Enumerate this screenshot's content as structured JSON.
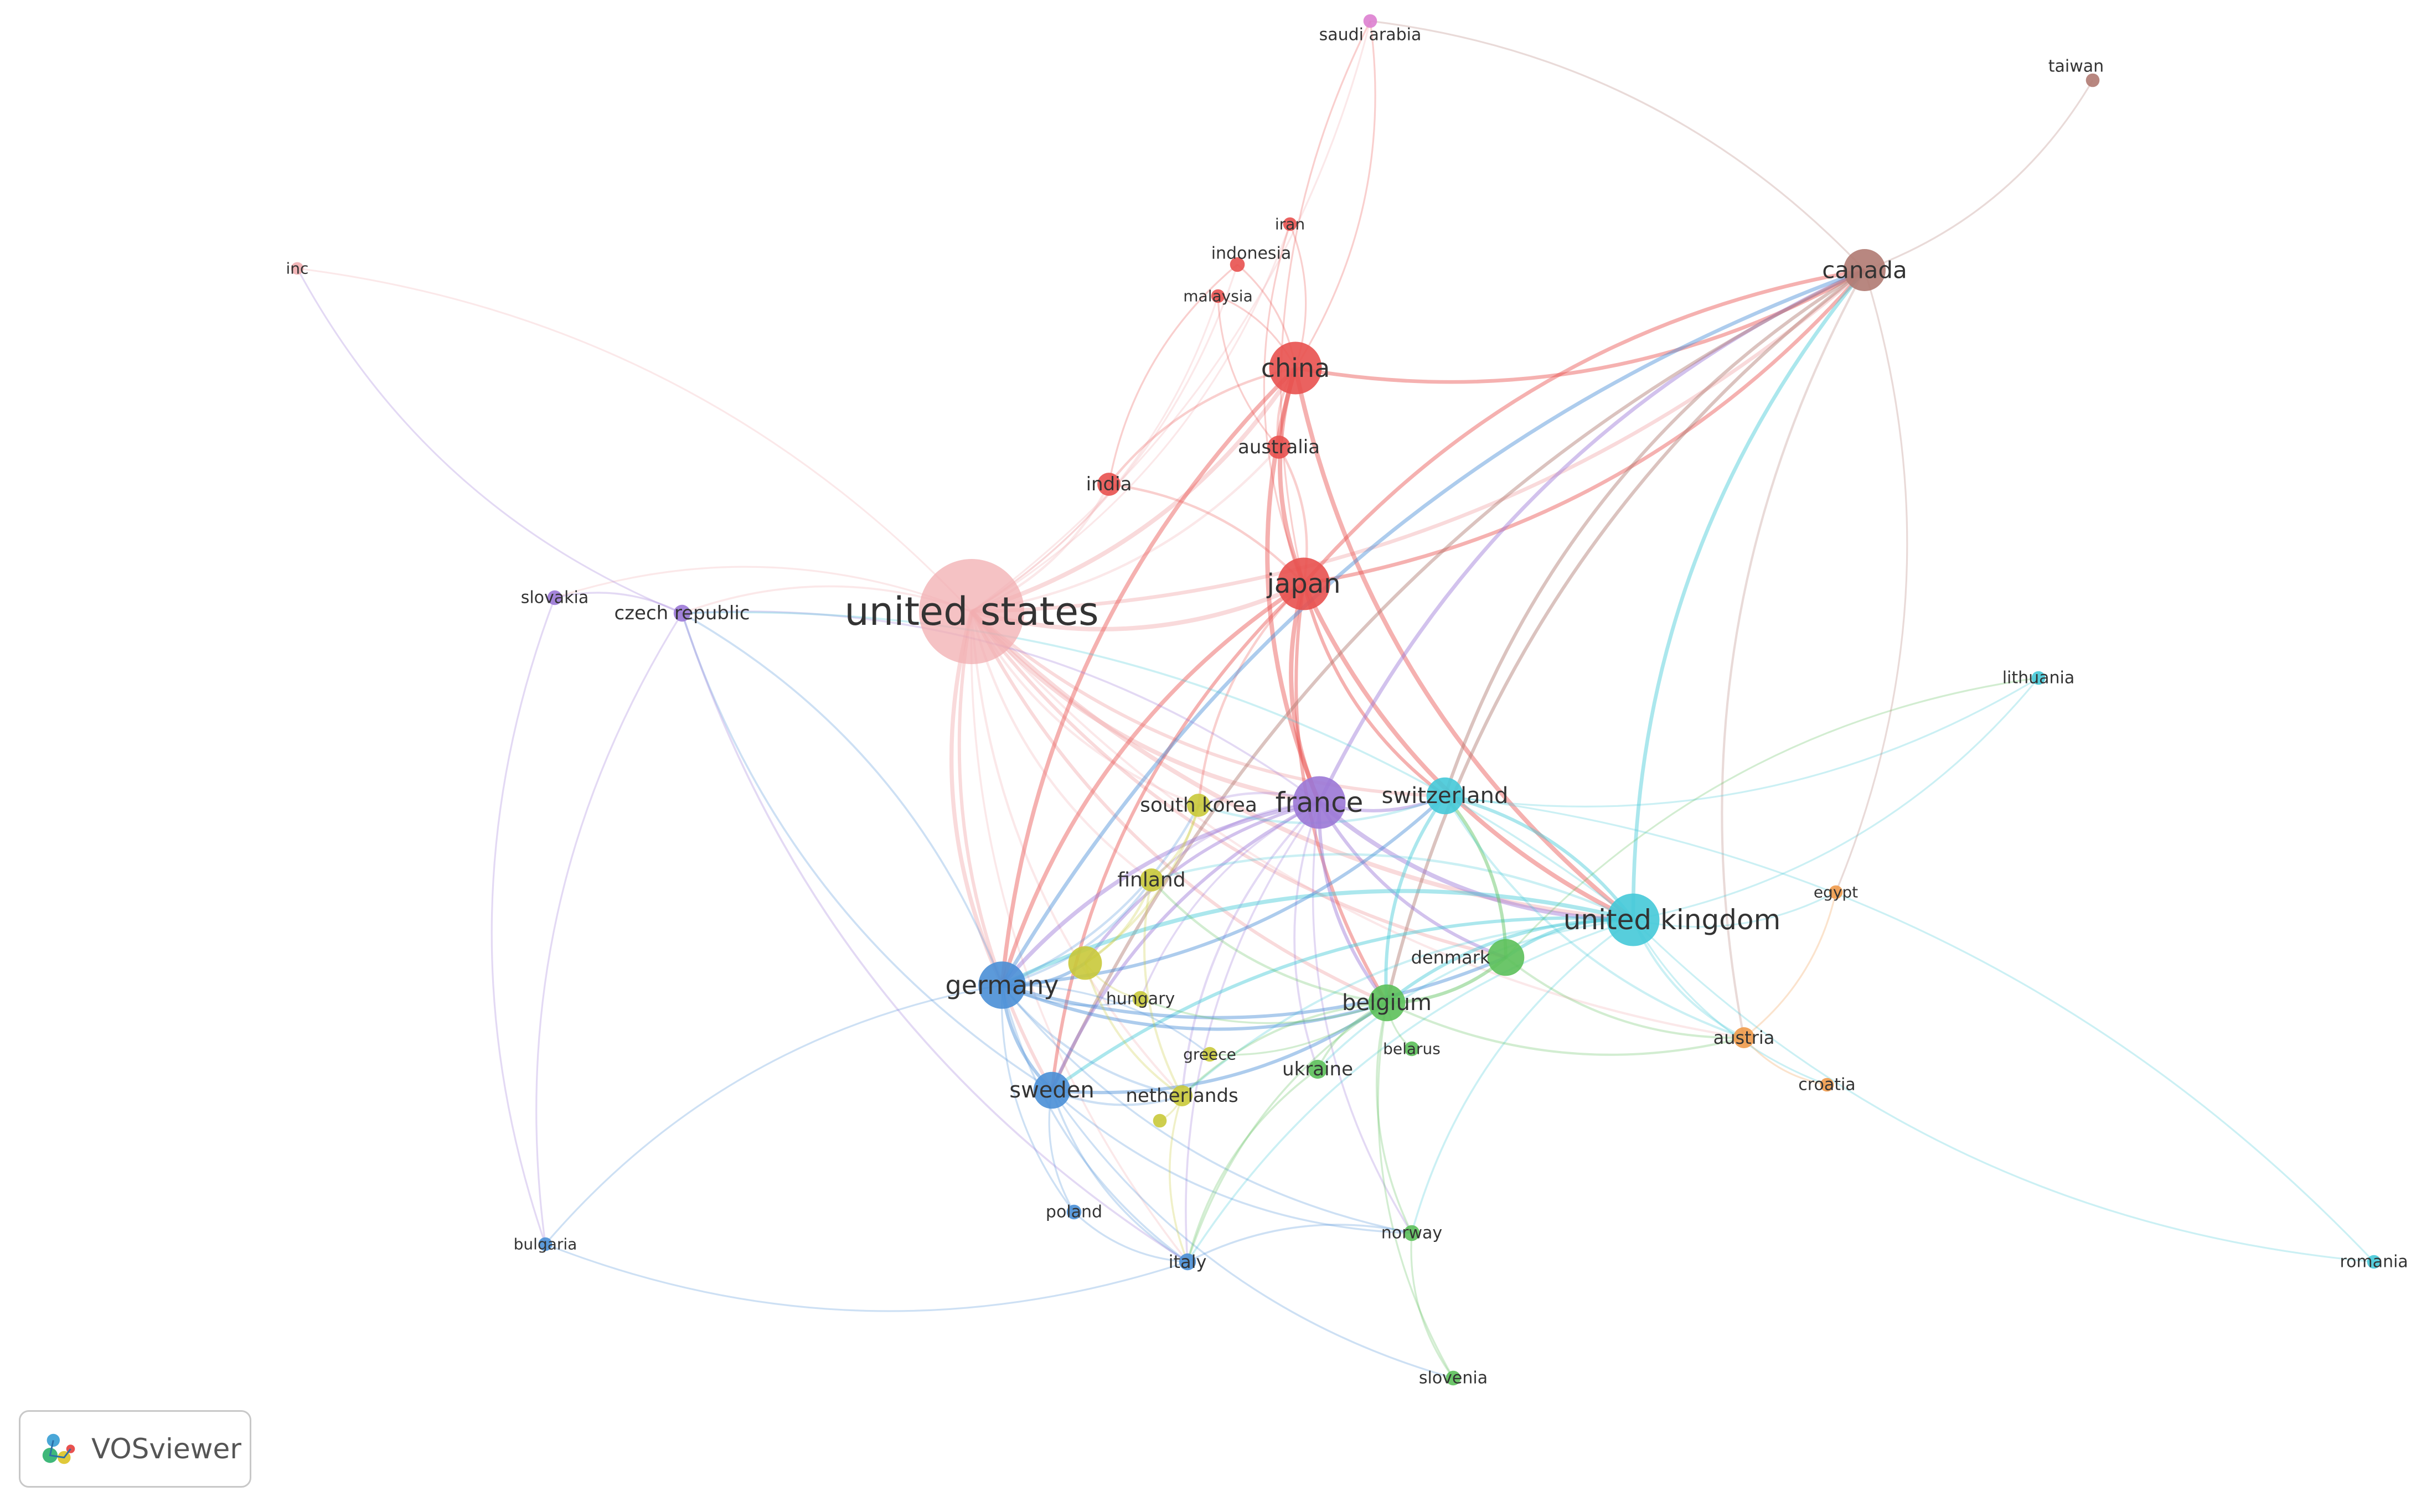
{
  "brand": {
    "name": "VOSviewer"
  },
  "network": {
    "type": "country co-authorship network",
    "cluster_colors": {
      "red": "#e8514f",
      "pink": "#f1aeb0",
      "blue": "#4a8fd6",
      "green": "#5cc05a",
      "yellow": "#c9c93a",
      "purple": "#9b78d6",
      "cyan": "#45c9d8",
      "orange": "#f09a4a",
      "brown": "#b07a72",
      "magenta": "#dd7fd0"
    },
    "nodes": [
      {
        "id": "united-states",
        "label": "united states",
        "cluster": "pink",
        "weight": 10
      },
      {
        "id": "france",
        "label": "france",
        "cluster": "purple",
        "weight": 5
      },
      {
        "id": "united-kingdom",
        "label": "united kingdom",
        "cluster": "cyan",
        "weight": 5
      },
      {
        "id": "japan",
        "label": "japan",
        "cluster": "red",
        "weight": 5
      },
      {
        "id": "china",
        "label": "china",
        "cluster": "red",
        "weight": 5
      },
      {
        "id": "germany",
        "label": "germany",
        "cluster": "blue",
        "weight": 4.5
      },
      {
        "id": "canada",
        "label": "canada",
        "cluster": "brown",
        "weight": 4
      },
      {
        "id": "belgium",
        "label": "belgium",
        "cluster": "green",
        "weight": 3.5
      },
      {
        "id": "switzerland",
        "label": "switzerland",
        "cluster": "cyan",
        "weight": 3.5
      },
      {
        "id": "sweden",
        "label": "sweden",
        "cluster": "blue",
        "weight": 3.5
      },
      {
        "id": "denmark",
        "label": "denmark",
        "cluster": "green",
        "weight": 3.5
      },
      {
        "id": "unlabeled-yellow",
        "label": "",
        "cluster": "yellow",
        "weight": 3.2
      },
      {
        "id": "south-korea",
        "label": "south korea",
        "cluster": "yellow",
        "weight": 2.2
      },
      {
        "id": "finland",
        "label": "finland",
        "cluster": "yellow",
        "weight": 2.2
      },
      {
        "id": "india",
        "label": "india",
        "cluster": "red",
        "weight": 2.2
      },
      {
        "id": "australia",
        "label": "australia",
        "cluster": "red",
        "weight": 2.2
      },
      {
        "id": "netherlands",
        "label": "netherlands",
        "cluster": "yellow",
        "weight": 2
      },
      {
        "id": "austria",
        "label": "austria",
        "cluster": "orange",
        "weight": 2
      },
      {
        "id": "ukraine",
        "label": "ukraine",
        "cluster": "green",
        "weight": 1.8
      },
      {
        "id": "hungary",
        "label": "hungary",
        "cluster": "yellow",
        "weight": 1.5
      },
      {
        "id": "greece",
        "label": "greece",
        "cluster": "yellow",
        "weight": 1.4
      },
      {
        "id": "belarus",
        "label": "belarus",
        "cluster": "green",
        "weight": 1.4
      },
      {
        "id": "italy",
        "label": "italy",
        "cluster": "blue",
        "weight": 1.6
      },
      {
        "id": "poland",
        "label": "poland",
        "cluster": "blue",
        "weight": 1.4
      },
      {
        "id": "norway",
        "label": "norway",
        "cluster": "green",
        "weight": 1.5
      },
      {
        "id": "slovenia",
        "label": "slovenia",
        "cluster": "green",
        "weight": 1.4
      },
      {
        "id": "czech-republic",
        "label": "czech republic",
        "cluster": "purple",
        "weight": 1.6
      },
      {
        "id": "slovakia",
        "label": "slovakia",
        "cluster": "purple",
        "weight": 1.4
      },
      {
        "id": "lithuania",
        "label": "lithuania",
        "cluster": "cyan",
        "weight": 1.3
      },
      {
        "id": "egypt",
        "label": "egypt",
        "cluster": "orange",
        "weight": 1.3
      },
      {
        "id": "croatia",
        "label": "croatia",
        "cluster": "orange",
        "weight": 1.3
      },
      {
        "id": "romania",
        "label": "romania",
        "cluster": "cyan",
        "weight": 1.3
      },
      {
        "id": "bulgaria",
        "label": "bulgaria",
        "cluster": "blue",
        "weight": 1.3
      },
      {
        "id": "indonesia",
        "label": "indonesia",
        "cluster": "red",
        "weight": 1.4
      },
      {
        "id": "iran",
        "label": "iran",
        "cluster": "red",
        "weight": 1.3
      },
      {
        "id": "malaysia",
        "label": "malaysia",
        "cluster": "red",
        "weight": 1.3
      },
      {
        "id": "saudi-arabia",
        "label": "saudi arabia",
        "cluster": "magenta",
        "weight": 1.3
      },
      {
        "id": "taiwan",
        "label": "taiwan",
        "cluster": "brown",
        "weight": 1.3
      },
      {
        "id": "inc",
        "label": "inc",
        "cluster": "pink",
        "weight": 1.2
      },
      {
        "id": "unlabeled-yellow-2",
        "label": "",
        "cluster": "yellow",
        "weight": 1.3
      }
    ],
    "links": [
      [
        "united-states",
        "japan"
      ],
      [
        "united-states",
        "china"
      ],
      [
        "united-states",
        "india"
      ],
      [
        "united-states",
        "australia"
      ],
      [
        "united-states",
        "france"
      ],
      [
        "united-states",
        "united-kingdom"
      ],
      [
        "united-states",
        "germany"
      ],
      [
        "united-states",
        "canada"
      ],
      [
        "united-states",
        "switzerland"
      ],
      [
        "united-states",
        "sweden"
      ],
      [
        "united-states",
        "czech-republic"
      ],
      [
        "united-states",
        "slovakia"
      ],
      [
        "united-states",
        "south-korea"
      ],
      [
        "united-states",
        "finland"
      ],
      [
        "united-states",
        "belgium"
      ],
      [
        "united-states",
        "inc"
      ],
      [
        "united-states",
        "saudi-arabia"
      ],
      [
        "united-states",
        "indonesia"
      ],
      [
        "united-states",
        "iran"
      ],
      [
        "united-states",
        "malaysia"
      ],
      [
        "united-states",
        "austria"
      ],
      [
        "united-states",
        "italy"
      ],
      [
        "united-states",
        "netherlands"
      ],
      [
        "united-states",
        "denmark"
      ],
      [
        "china",
        "japan"
      ],
      [
        "china",
        "australia"
      ],
      [
        "china",
        "india"
      ],
      [
        "china",
        "canada"
      ],
      [
        "china",
        "indonesia"
      ],
      [
        "china",
        "iran"
      ],
      [
        "china",
        "malaysia"
      ],
      [
        "china",
        "saudi-arabia"
      ],
      [
        "china",
        "united-kingdom"
      ],
      [
        "china",
        "france"
      ],
      [
        "china",
        "germany"
      ],
      [
        "japan",
        "france"
      ],
      [
        "japan",
        "united-kingdom"
      ],
      [
        "japan",
        "germany"
      ],
      [
        "japan",
        "canada"
      ],
      [
        "japan",
        "switzerland"
      ],
      [
        "japan",
        "australia"
      ],
      [
        "japan",
        "south-korea"
      ],
      [
        "japan",
        "belgium"
      ],
      [
        "japan",
        "sweden"
      ],
      [
        "japan",
        "india"
      ],
      [
        "canada",
        "united-kingdom"
      ],
      [
        "canada",
        "france"
      ],
      [
        "canada",
        "germany"
      ],
      [
        "canada",
        "taiwan"
      ],
      [
        "canada",
        "switzerland"
      ],
      [
        "canada",
        "belgium"
      ],
      [
        "canada",
        "austria"
      ],
      [
        "canada",
        "sweden"
      ],
      [
        "canada",
        "saudi-arabia"
      ],
      [
        "canada",
        "japan"
      ],
      [
        "france",
        "germany"
      ],
      [
        "france",
        "united-kingdom"
      ],
      [
        "france",
        "switzerland"
      ],
      [
        "france",
        "belgium"
      ],
      [
        "france",
        "south-korea"
      ],
      [
        "france",
        "finland"
      ],
      [
        "france",
        "sweden"
      ],
      [
        "france",
        "czech-republic"
      ],
      [
        "france",
        "denmark"
      ],
      [
        "france",
        "ukraine"
      ],
      [
        "france",
        "netherlands"
      ],
      [
        "france",
        "italy"
      ],
      [
        "france",
        "norway"
      ],
      [
        "france",
        "hungary"
      ],
      [
        "france",
        "unlabeled-yellow"
      ],
      [
        "united-kingdom",
        "germany"
      ],
      [
        "united-kingdom",
        "switzerland"
      ],
      [
        "united-kingdom",
        "belgium"
      ],
      [
        "united-kingdom",
        "denmark"
      ],
      [
        "united-kingdom",
        "austria"
      ],
      [
        "united-kingdom",
        "sweden"
      ],
      [
        "united-kingdom",
        "lithuania"
      ],
      [
        "united-kingdom",
        "romania"
      ],
      [
        "united-kingdom",
        "egypt"
      ],
      [
        "united-kingdom",
        "croatia"
      ],
      [
        "united-kingdom",
        "italy"
      ],
      [
        "united-kingdom",
        "norway"
      ],
      [
        "united-kingdom",
        "netherlands"
      ],
      [
        "united-kingdom",
        "ukraine"
      ],
      [
        "united-kingdom",
        "finland"
      ],
      [
        "united-kingdom",
        "czech-republic"
      ],
      [
        "germany",
        "sweden"
      ],
      [
        "germany",
        "italy"
      ],
      [
        "germany",
        "poland"
      ],
      [
        "germany",
        "bulgaria"
      ],
      [
        "germany",
        "czech-republic"
      ],
      [
        "germany",
        "switzerland"
      ],
      [
        "germany",
        "belgium"
      ],
      [
        "germany",
        "unlabeled-yellow"
      ],
      [
        "germany",
        "finland"
      ],
      [
        "germany",
        "south-korea"
      ],
      [
        "germany",
        "hungary"
      ],
      [
        "germany",
        "netherlands"
      ],
      [
        "germany",
        "denmark"
      ],
      [
        "germany",
        "norway"
      ],
      [
        "sweden",
        "italy"
      ],
      [
        "sweden",
        "poland"
      ],
      [
        "sweden",
        "netherlands"
      ],
      [
        "sweden",
        "belgium"
      ],
      [
        "sweden",
        "norway"
      ],
      [
        "sweden",
        "slovenia"
      ],
      [
        "belgium",
        "denmark"
      ],
      [
        "belgium",
        "ukraine"
      ],
      [
        "belgium",
        "norway"
      ],
      [
        "belgium",
        "slovenia"
      ],
      [
        "belgium",
        "netherlands"
      ],
      [
        "belgium",
        "italy"
      ],
      [
        "belgium",
        "austria"
      ],
      [
        "belgium",
        "belarus"
      ],
      [
        "denmark",
        "austria"
      ],
      [
        "denmark",
        "switzerland"
      ],
      [
        "switzerland",
        "lithuania"
      ],
      [
        "switzerland",
        "austria"
      ],
      [
        "switzerland",
        "belgium"
      ],
      [
        "austria",
        "croatia"
      ],
      [
        "austria",
        "egypt"
      ],
      [
        "czech-republic",
        "slovakia"
      ],
      [
        "czech-republic",
        "sweden"
      ],
      [
        "czech-republic",
        "bulgaria"
      ],
      [
        "czech-republic",
        "italy"
      ],
      [
        "slovakia",
        "bulgaria"
      ],
      [
        "norway",
        "slovenia"
      ],
      [
        "norway",
        "italy"
      ],
      [
        "ukraine",
        "italy"
      ],
      [
        "netherlands",
        "italy"
      ],
      [
        "unlabeled-yellow",
        "finland"
      ],
      [
        "unlabeled-yellow",
        "south-korea"
      ],
      [
        "unlabeled-yellow",
        "hungary"
      ],
      [
        "unlabeled-yellow",
        "netherlands"
      ],
      [
        "finland",
        "south-korea"
      ],
      [
        "finland",
        "belgium"
      ],
      [
        "finland",
        "netherlands"
      ],
      [
        "south-korea",
        "switzerland"
      ],
      [
        "greece",
        "belgium"
      ],
      [
        "greece",
        "germany"
      ],
      [
        "hungary",
        "belgium"
      ],
      [
        "poland",
        "italy"
      ],
      [
        "bulgaria",
        "italy"
      ],
      [
        "lithuania",
        "denmark"
      ],
      [
        "egypt",
        "canada"
      ],
      [
        "romania",
        "switzerland"
      ],
      [
        "indonesia",
        "india"
      ],
      [
        "iran",
        "japan"
      ],
      [
        "malaysia",
        "australia"
      ],
      [
        "saudi-arabia",
        "japan"
      ],
      [
        "inc",
        "czech-republic"
      ],
      [
        "unlabeled-yellow-2",
        "netherlands"
      ]
    ]
  }
}
